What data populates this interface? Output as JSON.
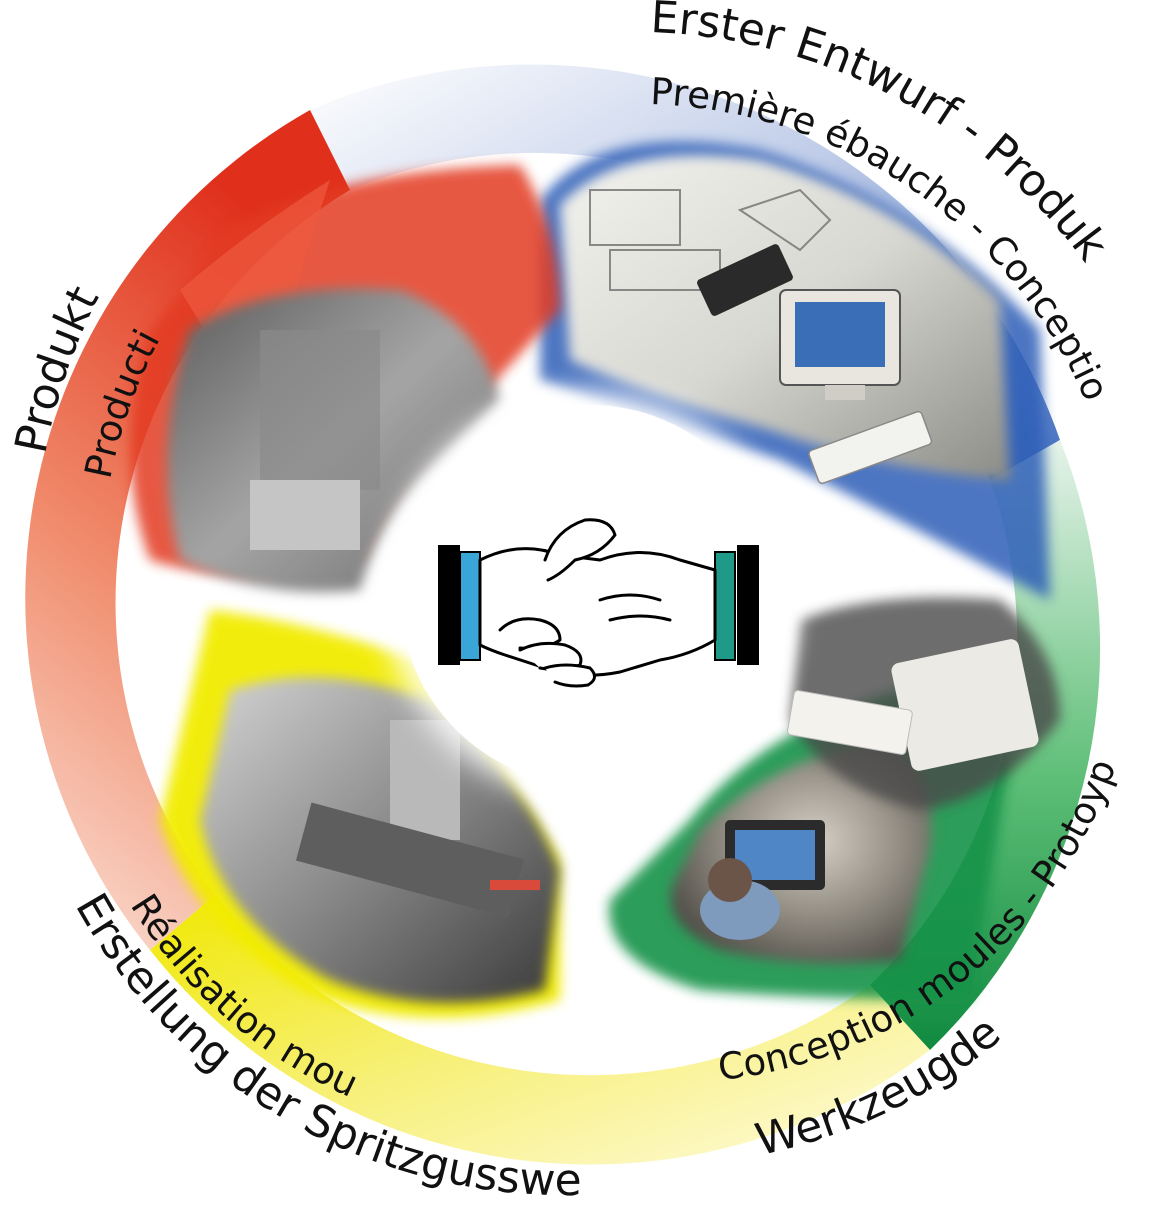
{
  "stages": [
    {
      "id": "design",
      "label_de": "Erster Entwurf - Produktdesign",
      "label_fr": "Première ébauche - Conception produit",
      "color": "#2f5fb8",
      "photo": "design-desk-computer-photo"
    },
    {
      "id": "tooling",
      "label_de": "Werkzeugdesign",
      "label_fr": "Conception moules - Protoype rapide",
      "color": "#13934a",
      "photo": "prototype-cad-workstation-photo"
    },
    {
      "id": "molds",
      "label_de": "Erstellung der Spritzgusswerkzeuge",
      "label_fr": "Réalisation moules",
      "color": "#f2ec00",
      "photo": "milling-machine-photo"
    },
    {
      "id": "production",
      "label_de": "Produktion",
      "label_fr": "Production",
      "color": "#e33b22",
      "photo": "injection-molding-machine-photo"
    }
  ],
  "center": {
    "icon": "handshake-icon",
    "cuff_left_color": "#3aa6d8",
    "cuff_right_color": "#1f9a88"
  }
}
